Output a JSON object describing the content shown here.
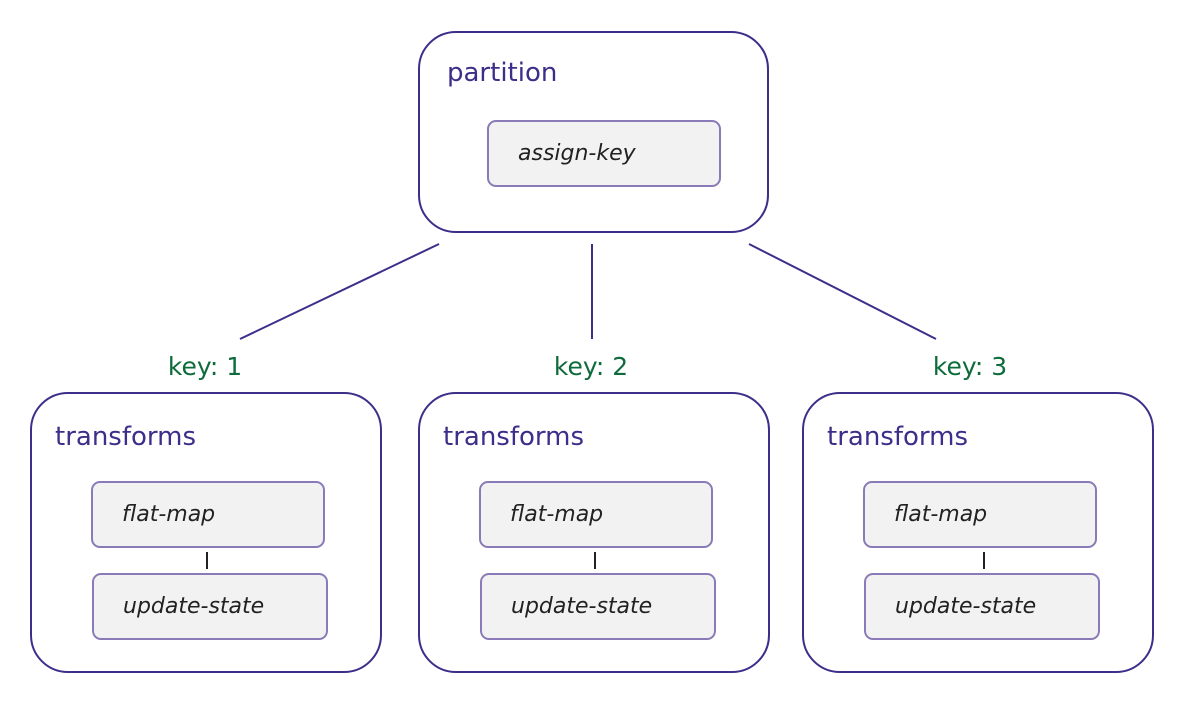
{
  "partition": {
    "title": "partition",
    "step": "assign-key"
  },
  "keys": [
    "key: 1",
    "key: 2",
    "key: 3"
  ],
  "groups": [
    {
      "title": "transforms",
      "steps": [
        "flat-map",
        "update-state"
      ]
    },
    {
      "title": "transforms",
      "steps": [
        "flat-map",
        "update-state"
      ]
    },
    {
      "title": "transforms",
      "steps": [
        "flat-map",
        "update-state"
      ]
    }
  ],
  "colors": {
    "box_border": "#3d2e8a",
    "title_text": "#3d2e8a",
    "step_border": "#8a7bb8",
    "step_fill": "#f2f2f2",
    "key_text": "#0e6b3b",
    "connector": "#3d2e8a"
  }
}
